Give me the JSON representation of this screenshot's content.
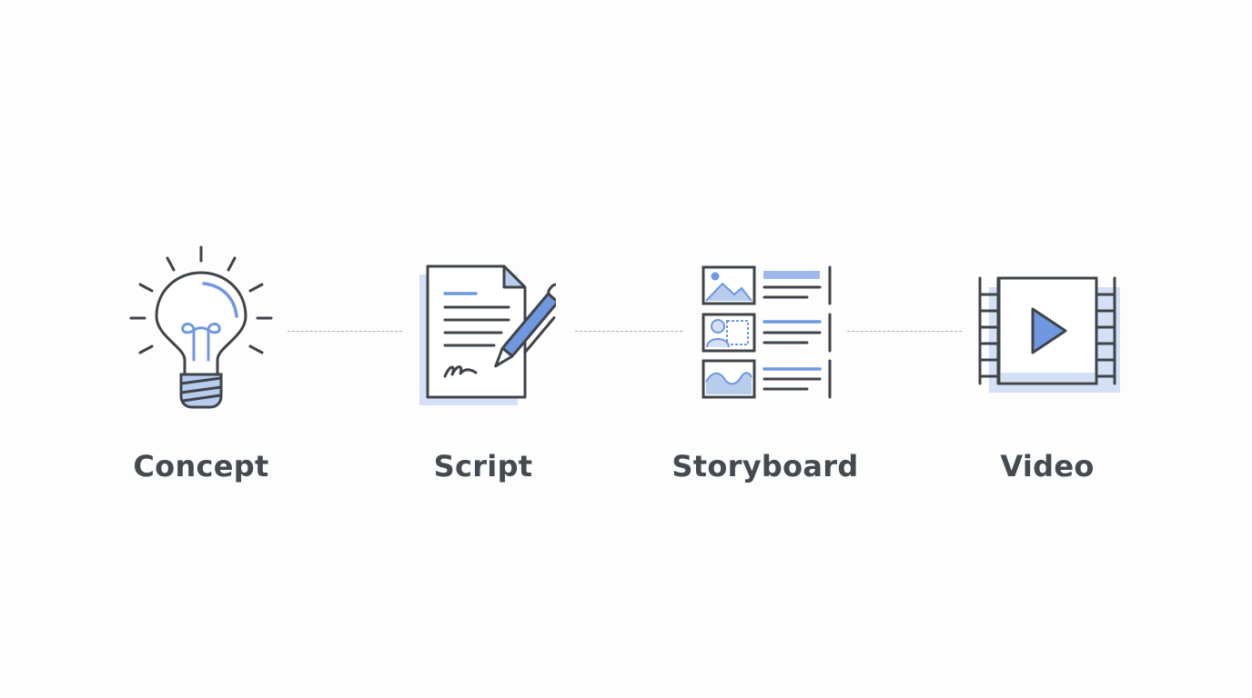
{
  "colors": {
    "stroke": "#3f4449",
    "accent": "#6f98e0",
    "accent_light": "#d3e0f5",
    "connector": "#a9adb2",
    "label": "#444a4f"
  },
  "steps": [
    {
      "label": "Concept",
      "icon": "lightbulb-icon"
    },
    {
      "label": "Script",
      "icon": "document-pen-icon"
    },
    {
      "label": "Storyboard",
      "icon": "storyboard-icon"
    },
    {
      "label": "Video",
      "icon": "video-play-icon"
    }
  ]
}
